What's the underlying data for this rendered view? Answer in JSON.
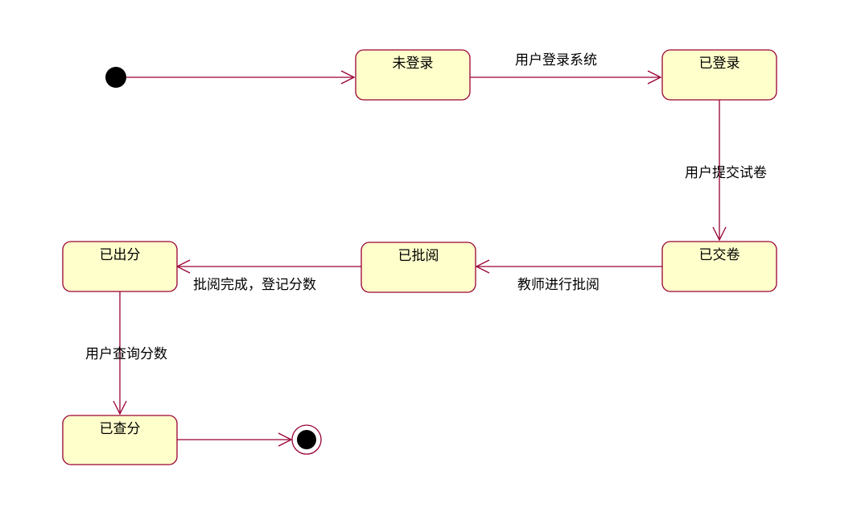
{
  "diagram": {
    "colors": {
      "state_fill": "#ffffcc",
      "line": "#990033",
      "initial_dot": "#000000"
    },
    "states": {
      "not_logged_in": "未登录",
      "logged_in": "已登录",
      "submitted": "已交卷",
      "reviewed": "已批阅",
      "scored": "已出分",
      "score_checked": "已查分"
    },
    "transitions": {
      "login": "用户登录系统",
      "submit": "用户提交试卷",
      "review": "教师进行批阅",
      "review_done": "批阅完成，登记分数",
      "query": "用户查询分数"
    }
  }
}
